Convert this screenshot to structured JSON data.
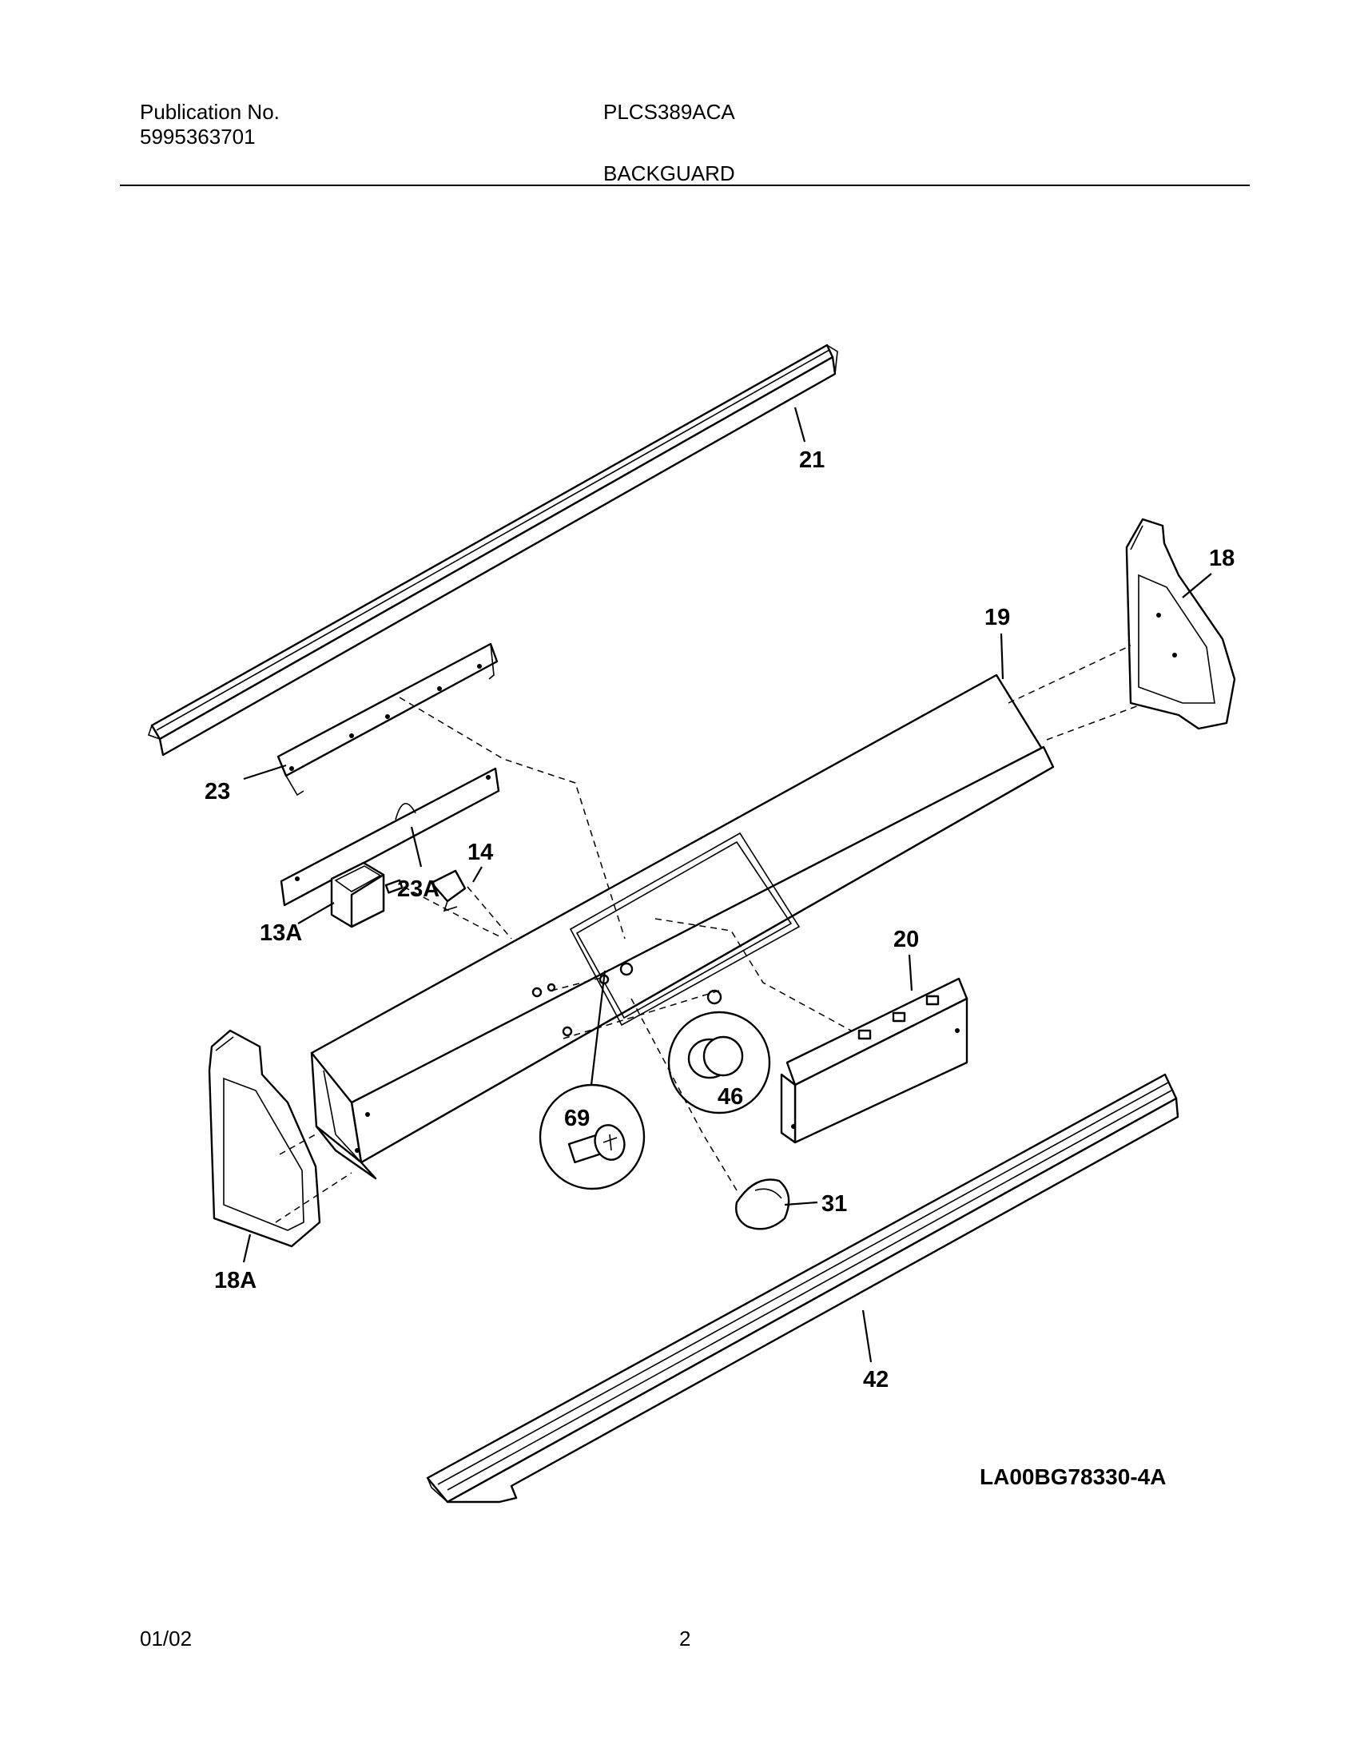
{
  "header": {
    "publication_label": "Publication No.",
    "publication_number": "5995363701",
    "model": "PLCS389ACA",
    "section_title": "BACKGUARD"
  },
  "callouts": {
    "c21": "21",
    "c18": "18",
    "c19": "19",
    "c23": "23",
    "c23a": "23A",
    "c14": "14",
    "c13a": "13A",
    "c20": "20",
    "c69": "69",
    "c46": "46",
    "c31": "31",
    "c18a": "18A",
    "c42": "42"
  },
  "drawing_code": "LA00BG78330-4A",
  "footer": {
    "date": "01/02",
    "page": "2"
  }
}
